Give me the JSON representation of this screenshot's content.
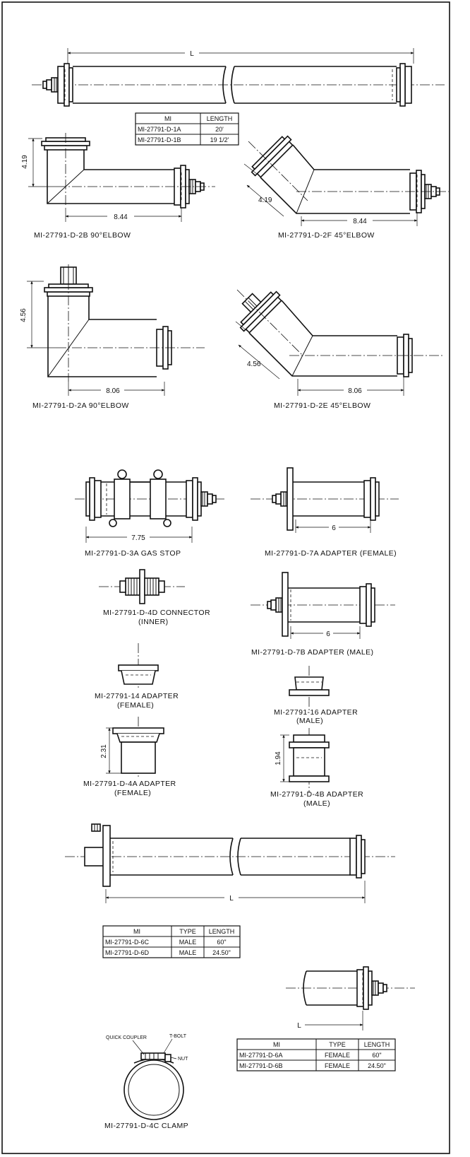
{
  "captions": {
    "d2b": "MI-27791-D-2B 90°ELBOW",
    "d2f": "MI-27791-D-2F 45°ELBOW",
    "d2a": "MI-27791-D-2A 90°ELBOW",
    "d2e": "MI-27791-D-2E 45°ELBOW",
    "d3a": "MI-27791-D-3A GAS STOP",
    "d7a": "MI-27791-D-7A ADAPTER (FEMALE)",
    "d4d_1": "MI-27791-D-4D CONNECTOR",
    "d4d_2": "(INNER)",
    "d7b": "MI-27791-D-7B ADAPTER (MALE)",
    "a14_1": "MI-27791-14 ADAPTER",
    "a14_2": "(FEMALE)",
    "a16_1": "MI-27791-16 ADAPTER",
    "a16_2": "(MALE)",
    "d4a_1": "MI-27791-D-4A ADAPTER",
    "d4a_2": "(FEMALE)",
    "d4b_1": "MI-27791-D-4B ADAPTER",
    "d4b_2": "(MALE)",
    "d4c": "MI-27791-D-4C CLAMP"
  },
  "dims": {
    "L": "L",
    "v419": "4.19",
    "v844": "8.44",
    "v456": "4.56",
    "v806": "8.06",
    "v775": "7.75",
    "v6": "6",
    "v231": "2.31",
    "v194": "1.94"
  },
  "clamp_labels": {
    "coupler": "QUICK COUPLER",
    "tbolt": "T-BOLT",
    "nut": "NUT"
  },
  "table1": {
    "headers": [
      "MI",
      "LENGTH"
    ],
    "rows": [
      [
        "MI-27791-D-1A",
        "20'"
      ],
      [
        "MI-27791-D-1B",
        "19 1/2'"
      ]
    ]
  },
  "table2": {
    "headers": [
      "MI",
      "TYPE",
      "LENGTH"
    ],
    "rows": [
      [
        "MI-27791-D-6C",
        "MALE",
        "60\""
      ],
      [
        "MI-27791-D-6D",
        "MALE",
        "24.50\""
      ]
    ]
  },
  "table3": {
    "headers": [
      "MI",
      "TYPE",
      "LENGTH"
    ],
    "rows": [
      [
        "MI-27791-D-6A",
        "FEMALE",
        "60\""
      ],
      [
        "MI-27791-D-6B",
        "FEMALE",
        "24.50\""
      ]
    ]
  }
}
